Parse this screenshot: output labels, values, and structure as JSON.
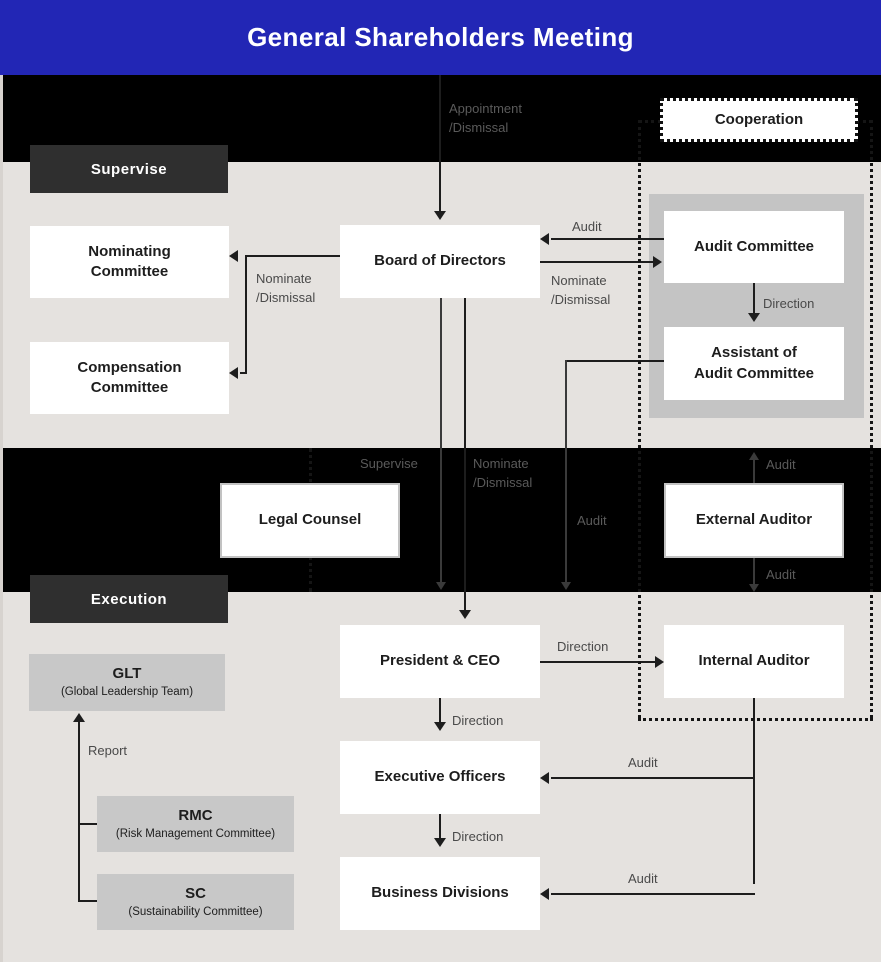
{
  "header": {
    "title": "General Shareholders Meeting",
    "color": "#2226b5"
  },
  "sections": {
    "supervise_badge": "Supervise",
    "execution_badge": "Execution"
  },
  "nodes": {
    "cooperation": "Cooperation",
    "nominating_committee": "Nominating\nCommittee",
    "compensation_committee": "Compensation\nCommittee",
    "board_of_directors": "Board of Directors",
    "audit_committee": "Audit Committee",
    "assistant_of_audit_committee": "Assistant of\nAudit Committee",
    "legal_counsel": "Legal Counsel",
    "external_auditor": "External Auditor",
    "president_ceo": "President & CEO",
    "internal_auditor": "Internal Auditor",
    "executive_officers": "Executive Officers",
    "business_divisions": "Business Divisions",
    "glt_title": "GLT",
    "glt_sub": "(Global Leadership Team)",
    "rmc_title": "RMC",
    "rmc_sub": "(Risk Management Committee)",
    "sc_title": "SC",
    "sc_sub": "(Sustainability Committee)"
  },
  "edges": {
    "appointment_dismissal": "Appointment\n/Dismissal",
    "nominate_dismissal_left": "Nominate\n/Dismissal",
    "audit_board_from_ac": "Audit",
    "nominate_dismissal_right": "Nominate\n/Dismissal",
    "direction_ac_to_assistant": "Direction",
    "supervise_line": "Supervise",
    "nominate_dismissal_center": "Nominate\n/Dismissal",
    "audit_center": "Audit",
    "audit_ext_up": "Audit",
    "audit_ext_down": "Audit",
    "direction_ceo_to_ia": "Direction",
    "direction_ceo_to_eo": "Direction",
    "direction_eo_to_bd": "Direction",
    "audit_to_executive_officers": "Audit",
    "audit_to_business_divisions": "Audit",
    "report_to_glt": "Report"
  },
  "colors": {
    "header_blue": "#2226b5",
    "band_black": "#000000",
    "canvas": "#e5e2df",
    "badge_dark": "#2f2f2f",
    "grey_box": "#c8c8c8",
    "group_grey": "#c4c4c4",
    "line": "#1d1d1d"
  }
}
